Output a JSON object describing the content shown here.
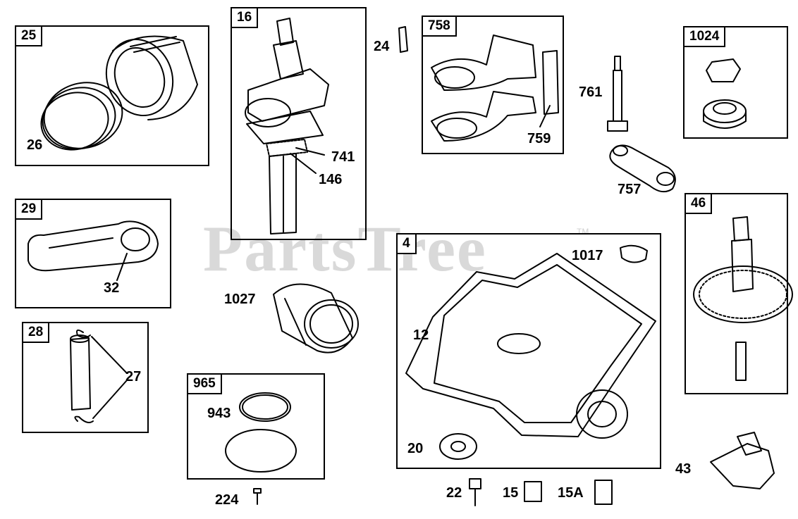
{
  "watermark": {
    "text": "PartsTree",
    "tm": "TM"
  },
  "groups": {
    "g25": "25",
    "g16": "16",
    "g758": "758",
    "g1024": "1024",
    "g29": "29",
    "g28": "28",
    "g965": "965",
    "g4": "4",
    "g46": "46"
  },
  "parts": {
    "p26": "26",
    "p741": "741",
    "p146": "146",
    "p24": "24",
    "p759": "759",
    "p761": "761",
    "p757": "757",
    "p32": "32",
    "p27": "27",
    "p1027": "1027",
    "p943": "943",
    "p224": "224",
    "p1017": "1017",
    "p12": "12",
    "p20": "20",
    "p22": "22",
    "p15": "15",
    "p15a": "15A",
    "p43": "43"
  }
}
